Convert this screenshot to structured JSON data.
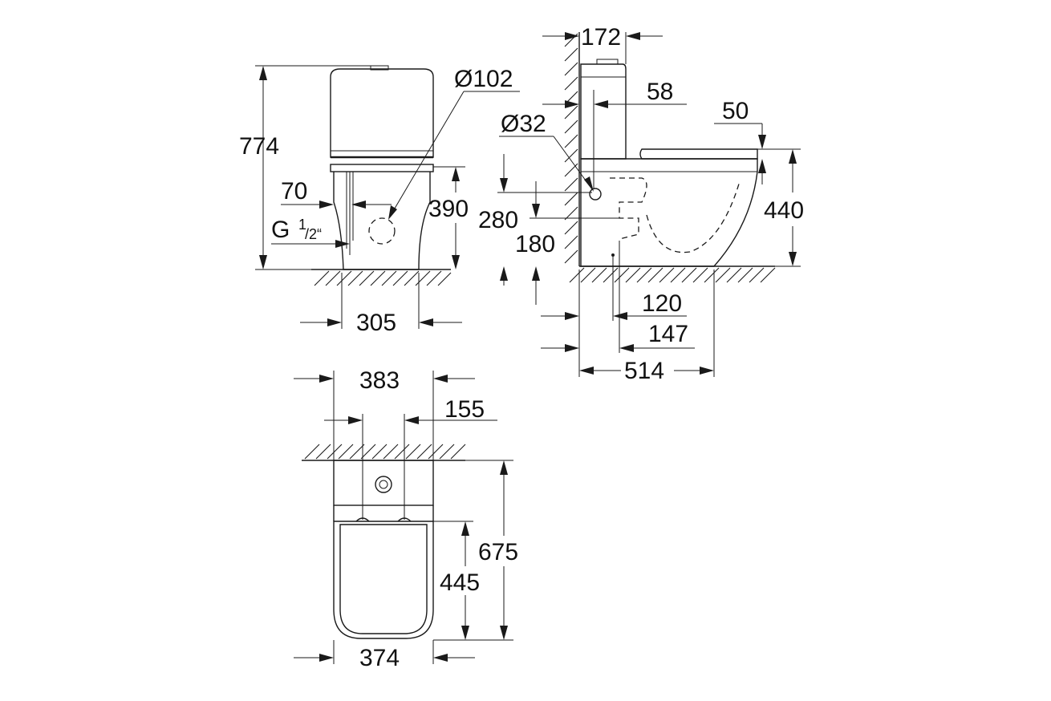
{
  "front_view": {
    "height_total": "774",
    "offset_inlet": "70",
    "thread_prefix": "G",
    "thread_sup": "1",
    "thread_sub": "/2“",
    "outlet_diameter": "Ø102",
    "outlet_height": "390",
    "width": "305"
  },
  "side_view": {
    "tank_depth": "172",
    "offset_58": "58",
    "seat_50": "50",
    "inlet_diameter": "Ø32",
    "height_280": "280",
    "height_180": "180",
    "seat_height": "440",
    "dist_120": "120",
    "dist_147": "147",
    "depth_514": "514"
  },
  "top_view": {
    "width_383": "383",
    "bolt_155": "155",
    "length_675": "675",
    "seat_445": "445",
    "width_374": "374"
  }
}
